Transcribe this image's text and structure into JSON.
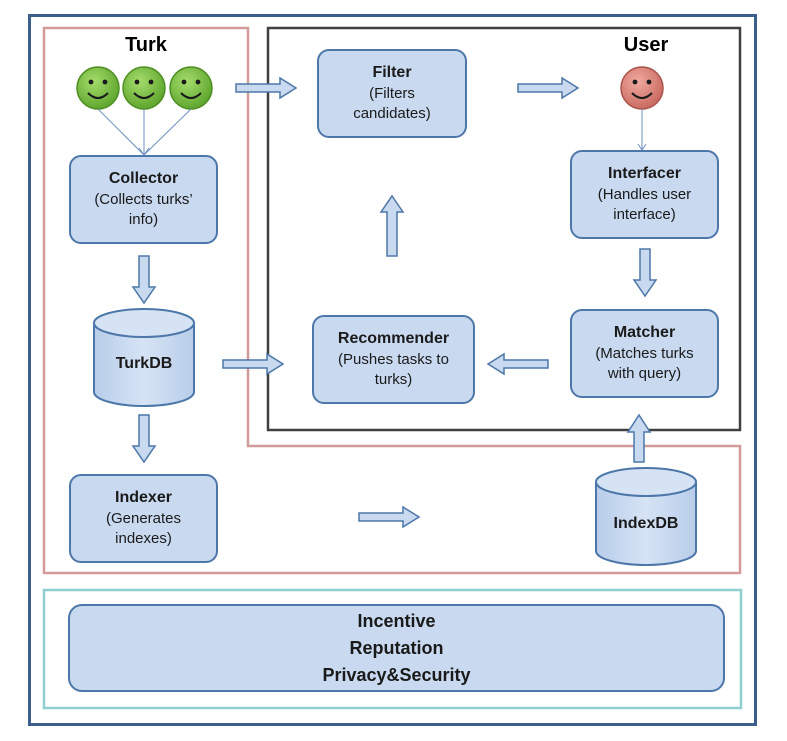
{
  "turk": {
    "title": "Turk",
    "collector": {
      "title": "Collector",
      "desc": "(Collects turks’ info)"
    },
    "turkdb": "TurkDB",
    "indexer": {
      "title": "Indexer",
      "desc": "(Generates indexes)"
    }
  },
  "user": {
    "title": "User",
    "filter": {
      "title": "Filter",
      "desc": "(Filters candidates)"
    },
    "interfacer": {
      "title": "Interfacer",
      "desc": "(Handles user interface)"
    },
    "matcher": {
      "title": "Matcher",
      "desc": "(Matches turks with query)"
    },
    "recommender": {
      "title": "Recommender",
      "desc": "(Pushes tasks to turks)"
    }
  },
  "indexdb": "IndexDB",
  "bottom": {
    "line1": "Incentive",
    "line2": "Reputation",
    "line3": "Privacy&Security"
  },
  "colors": {
    "box_fill": "#c9daf0",
    "box_border": "#4d77a8",
    "turk_region": "#d39a9a",
    "user_region": "#404040",
    "bottom_region": "#8fcfcf",
    "turk_face": "#7ac143",
    "user_face": "#e08a80"
  }
}
